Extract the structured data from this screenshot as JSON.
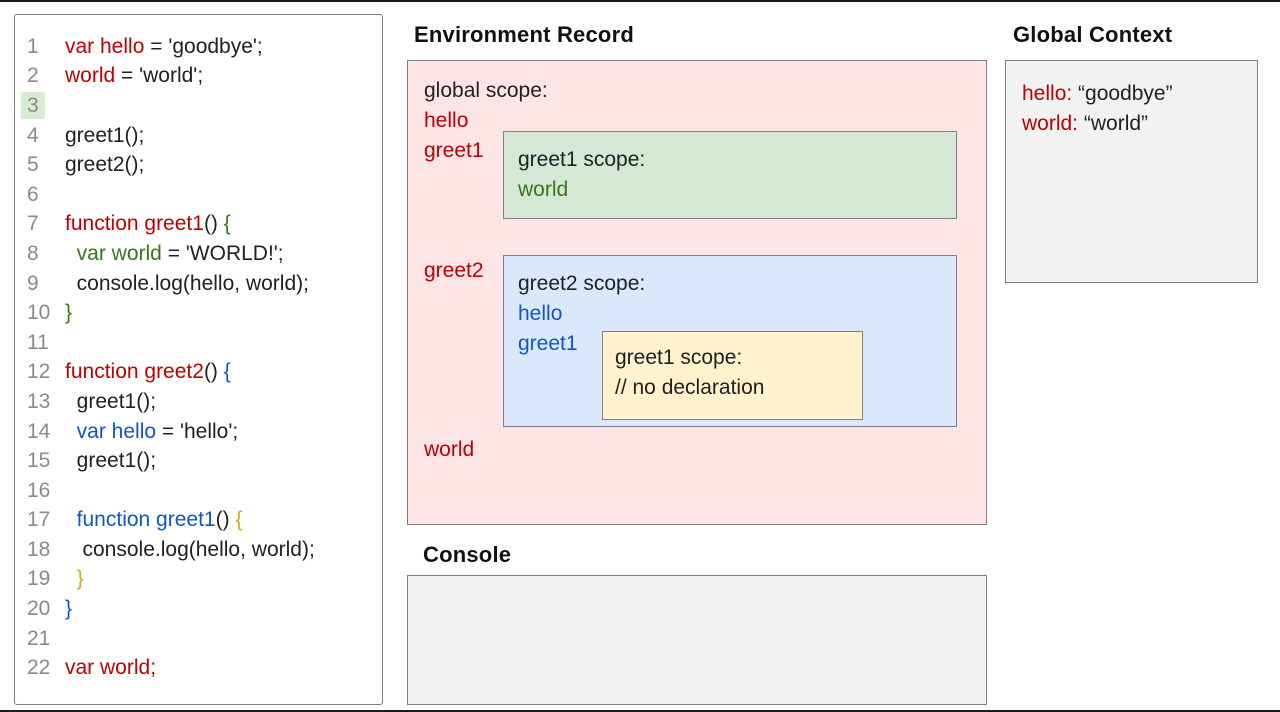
{
  "colors": {
    "black": "#202124",
    "red": "#c00000",
    "green": "#38761d",
    "blue": "#1155cc",
    "yellow": "#dfa21f",
    "line_number": "#8a8a8a",
    "line_highlight": "#d7ecd1"
  },
  "box_colors": {
    "global_bg": "#fce5e4",
    "greet1_bg": "#d5e8d4",
    "greet2_bg": "#dbe8fb",
    "inner_greet1_bg": "#fff2cc",
    "console_bg": "#f1f3f1",
    "context_bg": "#f2f2f2"
  },
  "code_panel": {
    "highlighted_line": 3,
    "lines": [
      {
        "n": "1",
        "tokens": [
          {
            "t": "var hello",
            "c": "red"
          },
          {
            "t": " = 'goodbye';",
            "c": "black"
          }
        ]
      },
      {
        "n": "2",
        "tokens": [
          {
            "t": "world",
            "c": "red"
          },
          {
            "t": " = 'world';",
            "c": "black"
          }
        ]
      },
      {
        "n": "3",
        "tokens": []
      },
      {
        "n": "4",
        "tokens": [
          {
            "t": "greet1();",
            "c": "black"
          }
        ]
      },
      {
        "n": "5",
        "tokens": [
          {
            "t": "greet2();",
            "c": "black"
          }
        ]
      },
      {
        "n": "6",
        "tokens": []
      },
      {
        "n": "7",
        "tokens": [
          {
            "t": "function greet1",
            "c": "red"
          },
          {
            "t": "() ",
            "c": "black"
          },
          {
            "t": "{",
            "c": "green"
          }
        ]
      },
      {
        "n": "8",
        "tokens": [
          {
            "t": "  var world",
            "c": "green"
          },
          {
            "t": " = 'WORLD!';",
            "c": "black"
          }
        ]
      },
      {
        "n": "9",
        "tokens": [
          {
            "t": "  console.log(hello, world);",
            "c": "black"
          }
        ]
      },
      {
        "n": "10",
        "tokens": [
          {
            "t": "}",
            "c": "green"
          }
        ]
      },
      {
        "n": "11",
        "tokens": []
      },
      {
        "n": "12",
        "tokens": [
          {
            "t": "function greet2",
            "c": "red"
          },
          {
            "t": "() ",
            "c": "black"
          },
          {
            "t": "{",
            "c": "blue"
          }
        ]
      },
      {
        "n": "13",
        "tokens": [
          {
            "t": "  greet1();",
            "c": "black"
          }
        ]
      },
      {
        "n": "14",
        "tokens": [
          {
            "t": "  var hello",
            "c": "blue"
          },
          {
            "t": " = 'hello';",
            "c": "black"
          }
        ]
      },
      {
        "n": "15",
        "tokens": [
          {
            "t": "  greet1();",
            "c": "black"
          }
        ]
      },
      {
        "n": "16",
        "tokens": []
      },
      {
        "n": "17",
        "tokens": [
          {
            "t": "  function greet1",
            "c": "blue"
          },
          {
            "t": "() ",
            "c": "black"
          },
          {
            "t": "{",
            "c": "yellow"
          }
        ]
      },
      {
        "n": "18",
        "tokens": [
          {
            "t": "   console.log(hello, world);",
            "c": "black"
          }
        ]
      },
      {
        "n": "19",
        "tokens": [
          {
            "t": "  }",
            "c": "yellow"
          }
        ]
      },
      {
        "n": "20",
        "tokens": [
          {
            "t": "}",
            "c": "blue"
          }
        ]
      },
      {
        "n": "21",
        "tokens": []
      },
      {
        "n": "22",
        "tokens": [
          {
            "t": "var world;",
            "c": "red"
          }
        ]
      }
    ]
  },
  "environment_record": {
    "title": "Environment Record",
    "global_scope": {
      "label": "global scope:",
      "vars": [
        "hello",
        "greet1",
        "greet2",
        "world"
      ]
    },
    "greet1_scope": {
      "label": "greet1 scope:",
      "vars": [
        "world"
      ]
    },
    "greet2_scope": {
      "label": "greet2 scope:",
      "vars": [
        "hello",
        "greet1"
      ]
    },
    "inner_greet1_scope": {
      "label": "greet1 scope:",
      "comment": "// no declaration"
    }
  },
  "console": {
    "title": "Console",
    "output": ""
  },
  "global_context": {
    "title": "Global Context",
    "entries": [
      {
        "name": "hello:",
        "value": "“goodbye”"
      },
      {
        "name": "world:",
        "value": "“world”"
      }
    ]
  }
}
